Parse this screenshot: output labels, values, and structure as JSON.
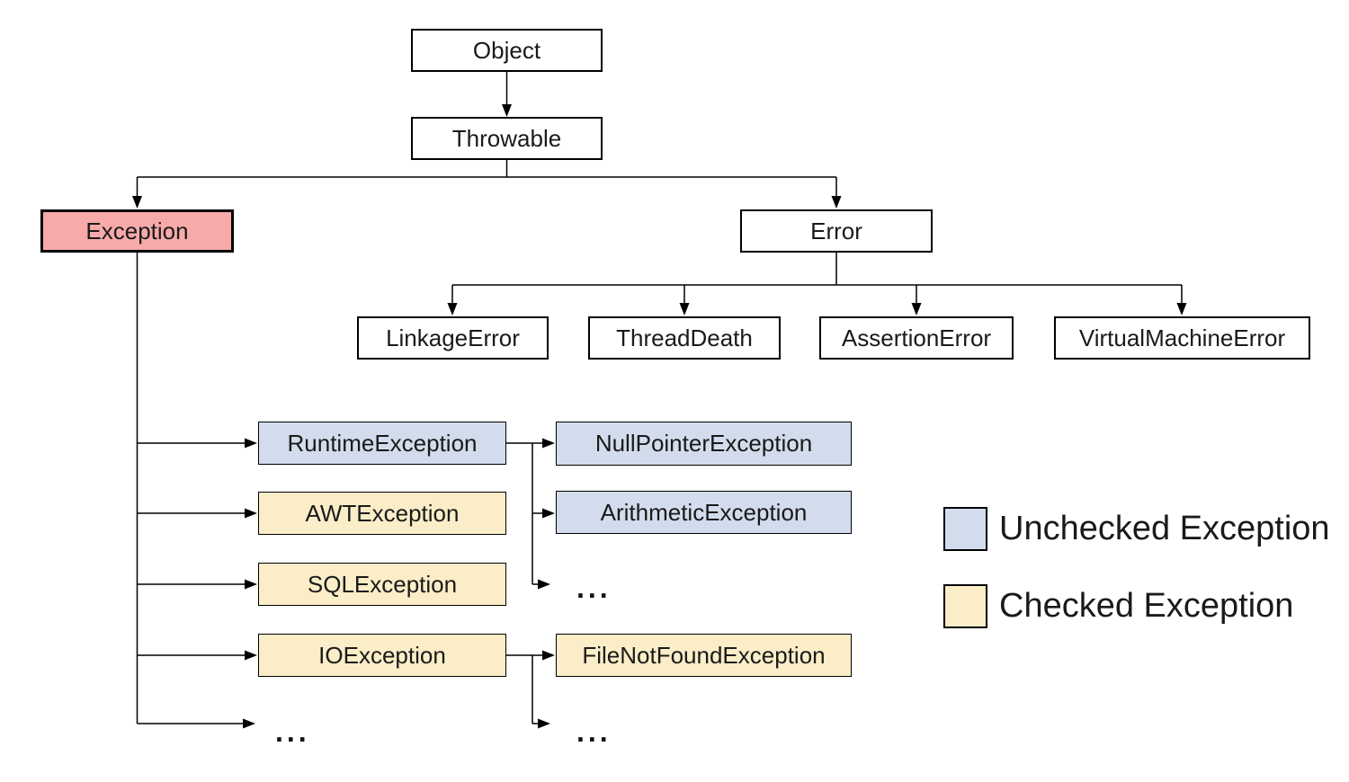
{
  "nodes": {
    "object": {
      "label": "Object"
    },
    "throwable": {
      "label": "Throwable"
    },
    "exception": {
      "label": "Exception"
    },
    "error": {
      "label": "Error"
    },
    "linkage_error": {
      "label": "LinkageError"
    },
    "thread_death": {
      "label": "ThreadDeath"
    },
    "assertion_error": {
      "label": "AssertionError"
    },
    "virtual_machine_error": {
      "label": "VirtualMachineError"
    },
    "runtime_exception": {
      "label": "RuntimeException"
    },
    "awt_exception": {
      "label": "AWTException"
    },
    "sql_exception": {
      "label": "SQLException"
    },
    "io_exception": {
      "label": "IOException"
    },
    "null_pointer_exception": {
      "label": "NullPointerException"
    },
    "arithmetic_exception": {
      "label": "ArithmeticException"
    },
    "file_not_found_exception": {
      "label": "FileNotFoundException"
    },
    "ellipsis_exception_more": {
      "label": "..."
    },
    "ellipsis_runtime_more": {
      "label": "..."
    },
    "ellipsis_io_more": {
      "label": "..."
    }
  },
  "legend": {
    "items": [
      {
        "label": "Unchecked Exception",
        "color": "#D2DCEC"
      },
      {
        "label": "Checked Exception",
        "color": "#FBEDC7"
      }
    ]
  },
  "colors": {
    "plain_fill": "#FFFFFF",
    "highlight_fill": "#F8A9A9",
    "unchecked_fill": "#D2DCEC",
    "checked_fill": "#FBEDC7",
    "border": "#000000",
    "line": "#000000",
    "text": "#1A1A1A"
  }
}
